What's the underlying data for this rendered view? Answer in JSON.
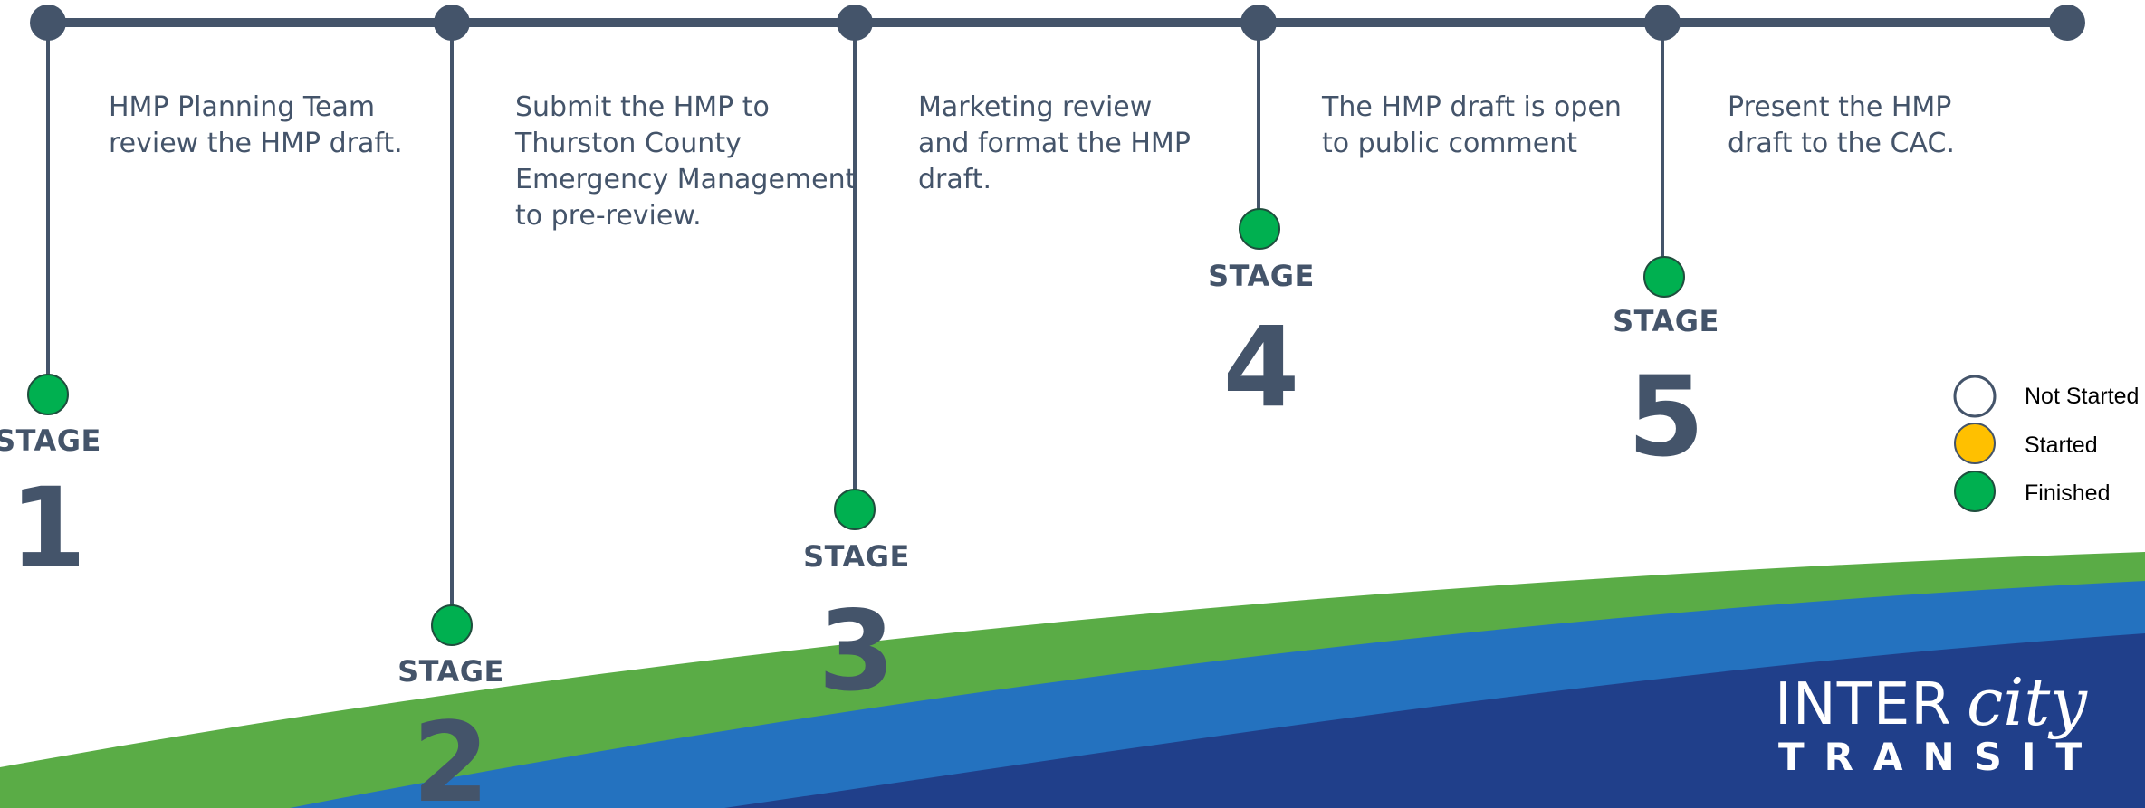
{
  "stages": [
    {
      "word": "STAGE",
      "number": "1",
      "description": "HMP Planning Team\nreview the HMP draft.",
      "status": "Finished"
    },
    {
      "word": "STAGE",
      "number": "2",
      "description": "Submit the HMP to\nThurston County\nEmergency Management\nto pre-review.",
      "status": "Finished"
    },
    {
      "word": "STAGE",
      "number": "3",
      "description": "Marketing review\nand format the HMP\ndraft.",
      "status": "Finished"
    },
    {
      "word": "STAGE",
      "number": "4",
      "description": "The HMP draft is open\nto public comment",
      "status": "Finished"
    },
    {
      "word": "STAGE",
      "number": "5",
      "description": "Present the HMP\ndraft to the CAC.",
      "status": "Finished"
    }
  ],
  "legend": [
    {
      "label": "Not Started",
      "color": "#ffffff"
    },
    {
      "label": "Started",
      "color": "#ffc000"
    },
    {
      "label": "Finished",
      "color": "#00b050"
    }
  ],
  "logo": {
    "line1_a": "INTER",
    "line1_b": "city",
    "line2": "TRANSIT"
  },
  "colors": {
    "timeline": "#44546a",
    "finished": "#00b050",
    "started": "#ffc000",
    "green_band": "#5aac46",
    "blue_band": "#2472bf",
    "navy_band": "#203f8a"
  }
}
